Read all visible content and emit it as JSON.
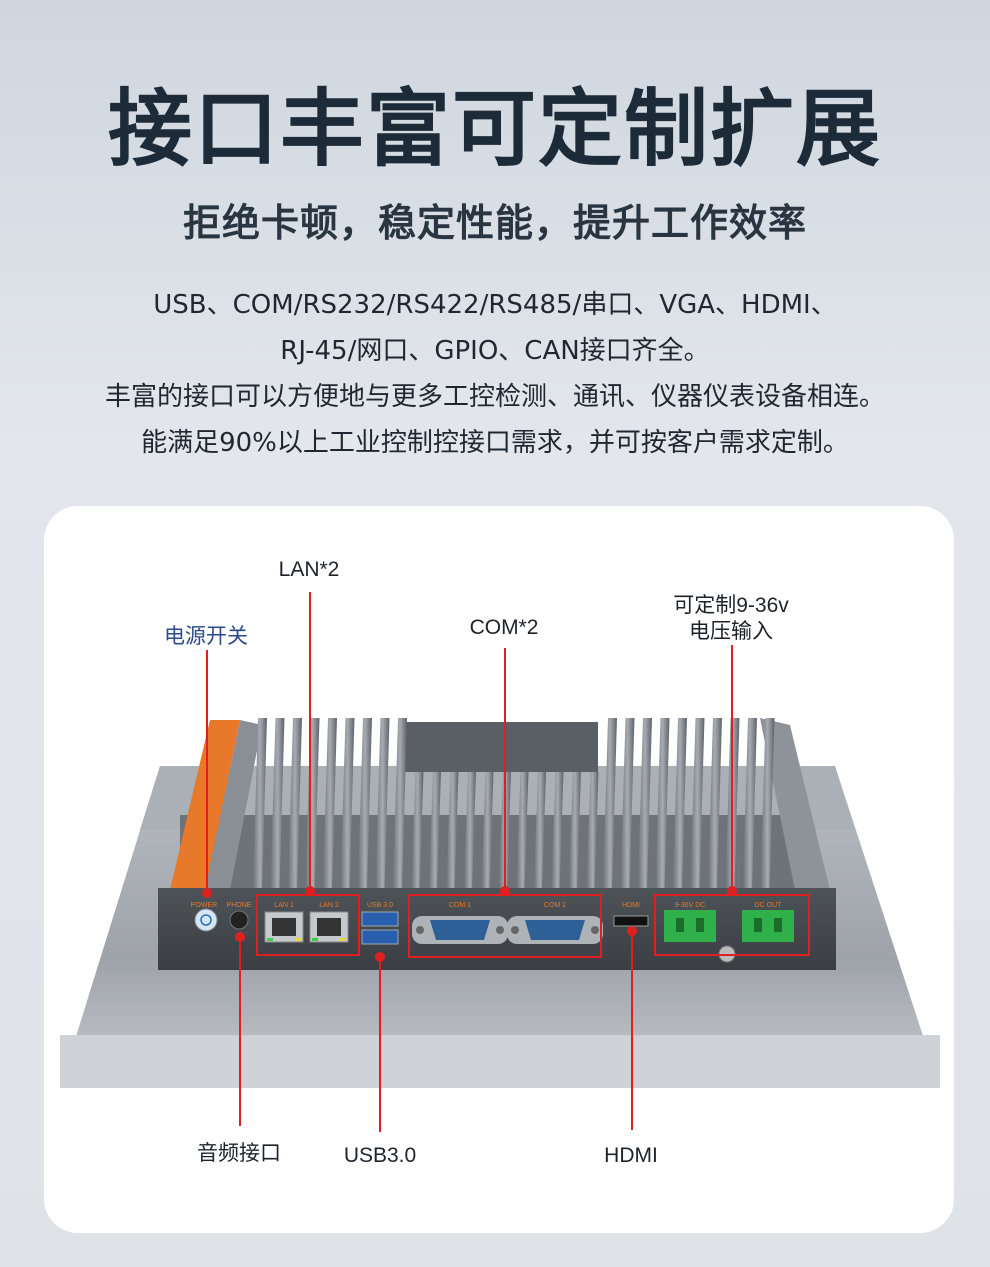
{
  "header": {
    "title": "接口丰富可定制扩展",
    "subtitle": "拒绝卡顿，稳定性能，提升工作效率"
  },
  "description": {
    "lines": [
      "USB、COM/RS232/RS422/RS485/串口、VGA、HDMI、",
      "RJ-45/网口、GPIO、CAN接口齐全。",
      "丰富的接口可以方便地与更多工控检测、通讯、仪器仪表设备相连。",
      "能满足90%以上工业控制控接口需求，并可按客户需求定制。"
    ]
  },
  "callouts": {
    "power_switch": "电源开关",
    "lan": "LAN*2",
    "com": "COM*2",
    "power_input_line1": "可定制9-36v",
    "power_input_line2": "电压输入",
    "audio": "音频接口",
    "usb": "USB3.0",
    "hdmi": "HDMI"
  },
  "port_labels": {
    "power": "POWER",
    "phone": "PHONE",
    "lan1": "LAN 1",
    "lan2": "LAN 2",
    "usb30": "USB 3.0",
    "com1": "COM 1",
    "com2": "COM 2",
    "hdmi": "HDMI",
    "dc_in": "9-36V DC",
    "out": "DC OUT"
  },
  "colors": {
    "callout_red": "#e02020",
    "accent_orange": "#e8782a",
    "terminal_green": "#2fb04a",
    "power_label_blue": "#2c4a8a"
  }
}
